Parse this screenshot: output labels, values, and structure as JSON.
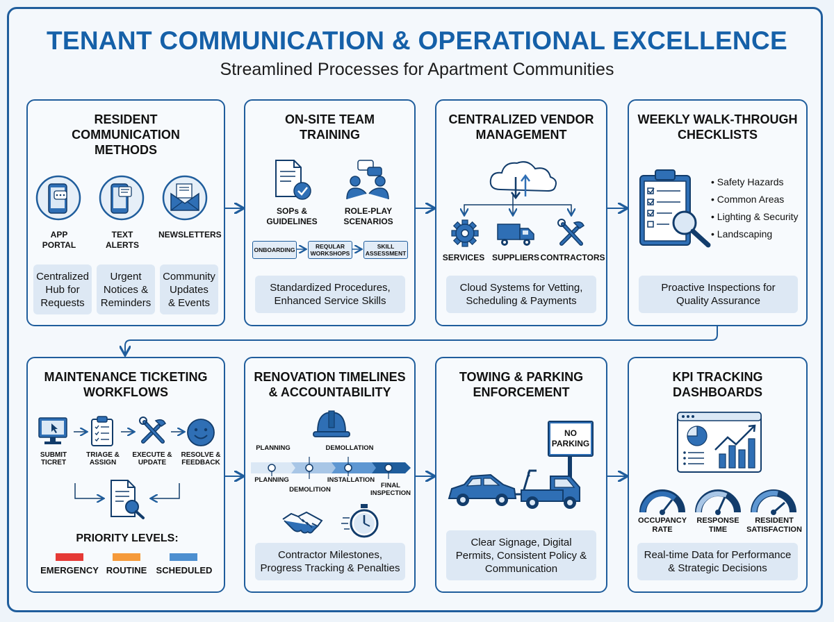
{
  "header": {
    "title": "TENANT COMMUNICATION & OPERATIONAL EXCELLENCE",
    "subtitle": "Streamlined Processes for Apartment Communities"
  },
  "colors": {
    "brand": "#1560a8",
    "frame": "#1f5d9c",
    "panel": "#dde8f4",
    "emergency": "#e53935",
    "routine": "#f59a3a",
    "scheduled": "#4d8fd0"
  },
  "cards": {
    "resident": {
      "title": "RESIDENT\nCOMMUNICATION\nMETHODS",
      "methods": [
        {
          "icon": "smartphone-chat-icon",
          "label": "APP\nPORTAL",
          "desc": "Centralized\nHub for\nRequests"
        },
        {
          "icon": "text-message-icon",
          "label": "TEXT\nALERTS",
          "desc": "Urgent\nNotices &\nReminders"
        },
        {
          "icon": "envelope-icon",
          "label": "NEWSLETTERS",
          "desc": "Community\nUpdates\n& Events"
        }
      ]
    },
    "training": {
      "title": "ON-SITE TEAM\nTRAINING",
      "items": [
        {
          "icon": "document-check-icon",
          "label": "SOPs &\nGUIDELINES"
        },
        {
          "icon": "people-chat-icon",
          "label": "ROLE-PLAY\nSCENARIOS"
        }
      ],
      "flow": [
        "ONBOARDING",
        "REQULAR\nWORKSHOPS",
        "SKILL\nASSESSMENT"
      ],
      "desc": "Standardized Procedures,\nEnhanced Service Skills"
    },
    "vendor": {
      "title": "CENTRALIZED VENDOR\nMANAGEMENT",
      "items": [
        {
          "icon": "gear-icon",
          "label": "SERVICES"
        },
        {
          "icon": "truck-icon",
          "label": "SUPPLIERS"
        },
        {
          "icon": "tools-icon",
          "label": "CONTRACTORS"
        }
      ],
      "desc": "Cloud Systems for Vetting,\nScheduling & Payments"
    },
    "walkthrough": {
      "title": "WEEKLY WALK-THROUGH\nCHECKLISTS",
      "bullets": [
        "Safety Hazards",
        "Common Areas",
        "Lighting & Security",
        "Landscaping"
      ],
      "desc": "Proactive Inspections for\nQuality Assurance"
    },
    "maintenance": {
      "title": "MAINTENANCE TICKETING\nWORKFLOWS",
      "steps": [
        {
          "icon": "monitor-icon",
          "label": "SUBMIT\nTICRET"
        },
        {
          "icon": "clipboard-icon",
          "label": "TRIAGE &\nASSIGN"
        },
        {
          "icon": "tools-icon",
          "label": "EXECUTE &\nUPDATE"
        },
        {
          "icon": "smiley-icon",
          "label": "RESOLVE &\nFEEDBACK"
        }
      ],
      "priority_title": "PRIORITY LEVELS:",
      "priorities": [
        {
          "label": "EMERGENCY",
          "color": "#e53935"
        },
        {
          "label": "ROUTINE",
          "color": "#f59a3a"
        },
        {
          "label": "SCHEDULED",
          "color": "#4d8fd0"
        }
      ]
    },
    "renovation": {
      "title": "RENOVATION TIMELINES\n& ACCOUNTABILITY",
      "timeline_top": [
        "PLANNING",
        "DEMOLLATION"
      ],
      "timeline_bottom": [
        "PLANNING",
        "DEMOLITION",
        "INSTALLATION",
        "FINAL\nINSPECTION"
      ],
      "desc": "Contractor Milestones,\nProgress Tracking & Penalties"
    },
    "towing": {
      "title": "TOWING & PARKING\nENFORCEMENT",
      "sign": "NO\nPARKING",
      "desc": "Clear Signage, Digital\nPermits, Consistent Policy &\nCommunication"
    },
    "kpi": {
      "title": "KPI TRACKING\nDASHBOARDS",
      "gauges": [
        "OCCUPANCY\nRATE",
        "RESPONSE\nTIME",
        "RESIDENT\nSATISFACTION"
      ],
      "desc": "Real-time Data for Performance\n& Strategic Decisions"
    }
  }
}
